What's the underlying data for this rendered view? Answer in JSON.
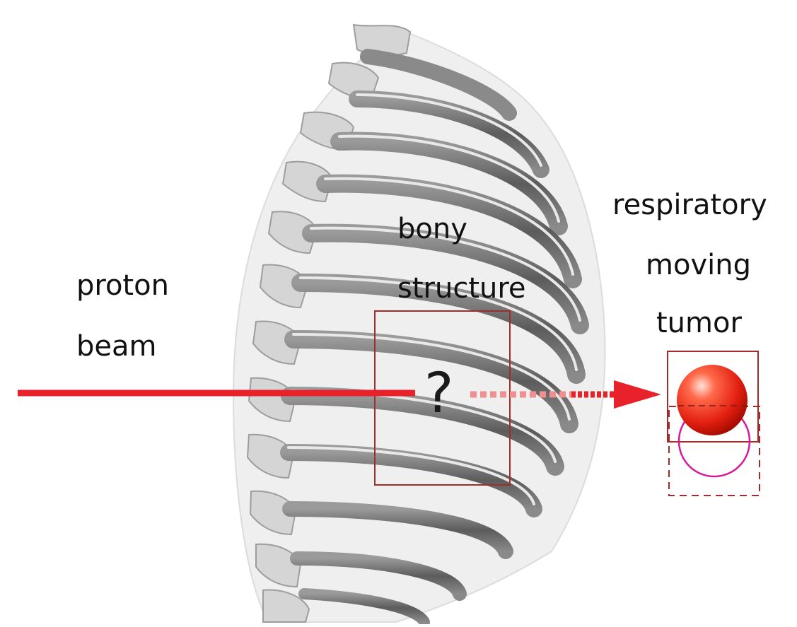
{
  "labels": {
    "proton_line1": "proton",
    "proton_line2": "beam",
    "bony_line1": "bony",
    "bony_line2": "structure",
    "resp_line1": "respiratory",
    "resp_line2": "moving",
    "resp_line3": "tumor",
    "unknown_mark": "?"
  },
  "colors": {
    "beam": "#e8222a",
    "beam_faded": "#ee8f92",
    "box": "#a52a2a",
    "tumor_outline": "#d6199b",
    "bone_light": "#d7d7d7",
    "bone_dark": "#6d6d6d"
  }
}
